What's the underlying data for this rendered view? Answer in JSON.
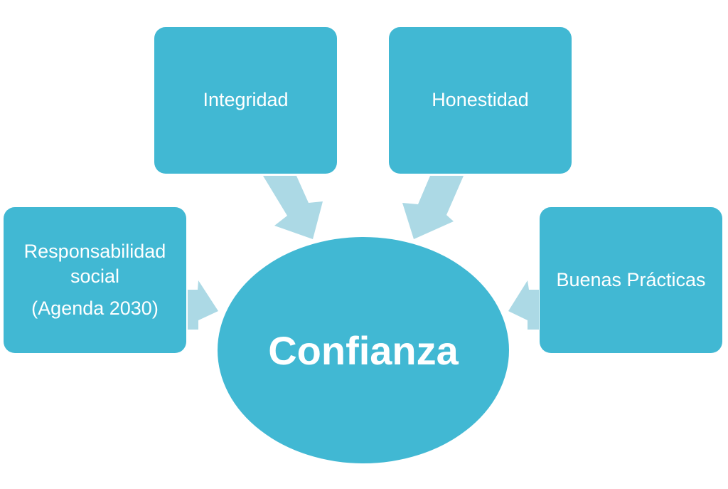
{
  "nodes": {
    "center": "Confianza",
    "top_left": "Integridad",
    "top_right": "Honestidad",
    "left_line1": "Responsabilidad",
    "left_line2": "social",
    "left_line3": "(Agenda 2030)",
    "right": "Buenas Prácticas"
  },
  "colors": {
    "node": "#41b8d3",
    "arrow": "#acd9e5"
  }
}
